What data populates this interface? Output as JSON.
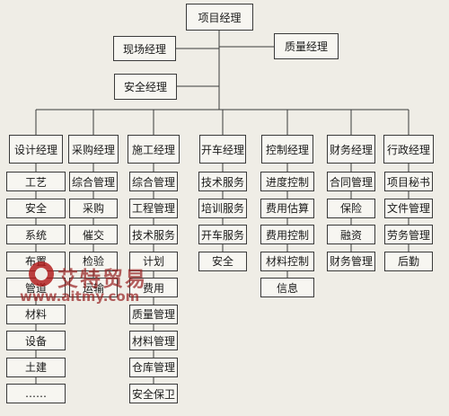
{
  "org_chart": {
    "root": "项目经理",
    "staff": [
      "现场经理",
      "质量经理",
      "安全经理"
    ],
    "departments": [
      {
        "title": "设计经理",
        "items": [
          "工艺",
          "安全",
          "系统",
          "布置",
          "管道",
          "材料",
          "设备",
          "土建",
          "……"
        ]
      },
      {
        "title": "采购经理",
        "items": [
          "综合管理",
          "采购",
          "催交",
          "检验",
          "运输"
        ]
      },
      {
        "title": "施工经理",
        "items": [
          "综合管理",
          "工程管理",
          "技术服务",
          "计划",
          "费用",
          "质量管理",
          "材料管理",
          "仓库管理",
          "安全保卫"
        ]
      },
      {
        "title": "开车经理",
        "items": [
          "技术服务",
          "培训服务",
          "开车服务",
          "安全"
        ]
      },
      {
        "title": "控制经理",
        "items": [
          "进度控制",
          "费用估算",
          "费用控制",
          "材料控制",
          "信息"
        ]
      },
      {
        "title": "财务经理",
        "items": [
          "合同管理",
          "保险",
          "融资",
          "财务管理"
        ]
      },
      {
        "title": "行政经理",
        "items": [
          "项目秘书",
          "文件管理",
          "劳务管理",
          "后勤"
        ]
      }
    ]
  },
  "watermark": {
    "name": "艾特贸易",
    "url": "www.aitmy.com"
  },
  "colors": {
    "background": "#efede6",
    "box": "#f7f6f1",
    "line": "#3a3a3a",
    "watermark": "#961e1e"
  }
}
